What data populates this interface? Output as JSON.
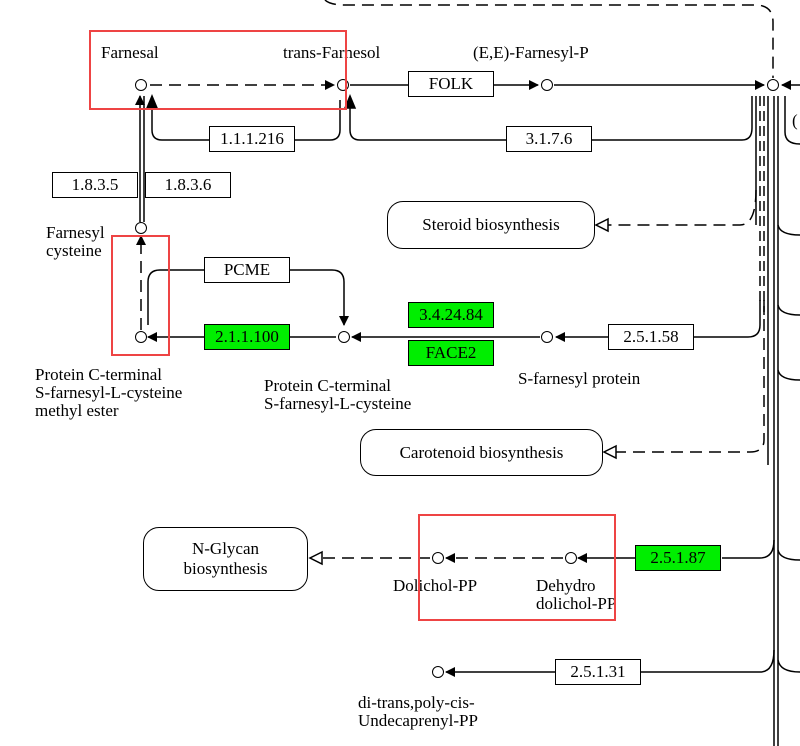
{
  "pathway": {
    "compounds": {
      "farnesal": "Farnesal",
      "trans_farnesol": "trans-Farnesol",
      "ee_farnesyl_p": "(E,E)-Farnesyl-P",
      "farnesyl_cysteine": "Farnesyl\ncysteine",
      "protein_methyl_ester": "Protein C-terminal\nS-farnesyl-L-cysteine\nmethyl ester",
      "protein_cysteine": "Protein C-terminal\nS-farnesyl-L-cysteine",
      "s_farnesyl_protein": "S-farnesyl protein",
      "dolichol_pp": "Dolichol-PP",
      "dehydrodolichol_pp": "Dehydro\ndolichol-PP",
      "undecaprenyl_pp": "di-trans,poly-cis-\nUndecaprenyl-PP",
      "partial_right": "("
    },
    "enzymes": {
      "e1_1_1_216": "1.1.1.216",
      "folk": "FOLK",
      "e3_1_7_6": "3.1.7.6",
      "e1_8_3_5": "1.8.3.5",
      "e1_8_3_6": "1.8.3.6",
      "pcme": "PCME",
      "e2_1_1_100": "2.1.1.100",
      "e3_4_24_84": "3.4.24.84",
      "face2": "FACE2",
      "e2_5_1_58": "2.5.1.58",
      "e2_5_1_87": "2.5.1.87",
      "e2_5_1_31": "2.5.1.31"
    },
    "maps": {
      "steroid": "Steroid biosynthesis",
      "carotenoid": "Carotenoid biosynthesis",
      "nglycan": "N-Glycan\nbiosynthesis"
    },
    "colors": {
      "highlight": "#00ee00",
      "selection_box": "#ee4444"
    }
  }
}
